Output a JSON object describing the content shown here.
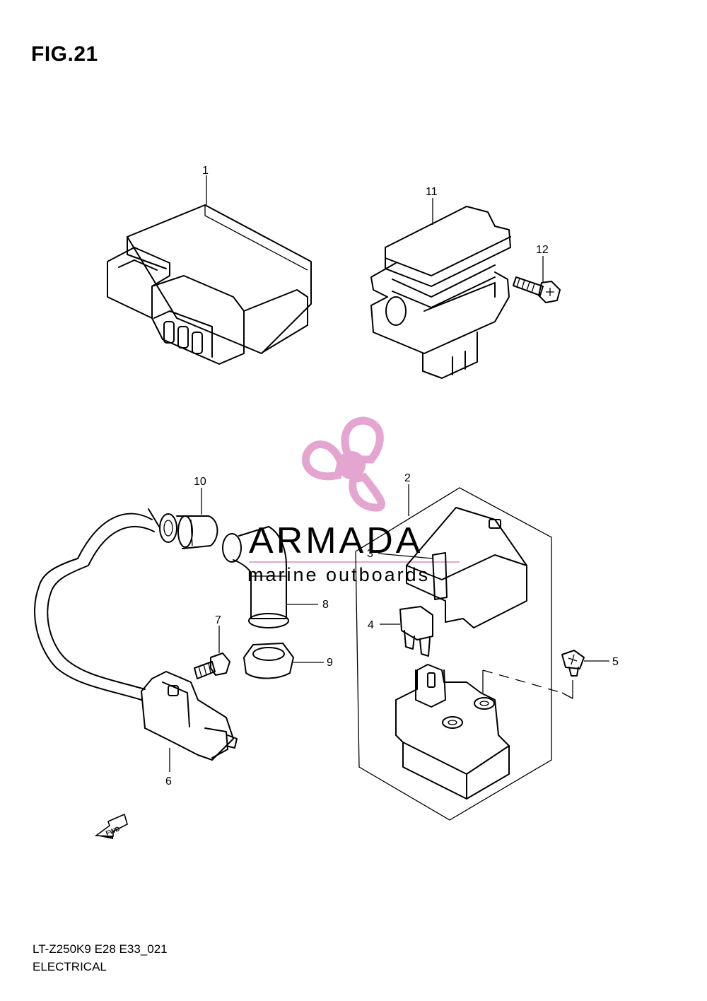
{
  "figure": {
    "title": "FIG.21"
  },
  "callouts": [
    "1",
    "2",
    "3",
    "4",
    "5",
    "6",
    "7",
    "8",
    "9",
    "10",
    "11",
    "12"
  ],
  "fwd_label": "FWD",
  "watermark": {
    "name": "ARMADA",
    "tagline": "marine outboards",
    "name_color": "#7a7a7a",
    "logo_color": "#e4a6d0"
  },
  "footer": {
    "code": "LT-Z250K9 E28 E33_021",
    "section": "ELECTRICAL"
  }
}
